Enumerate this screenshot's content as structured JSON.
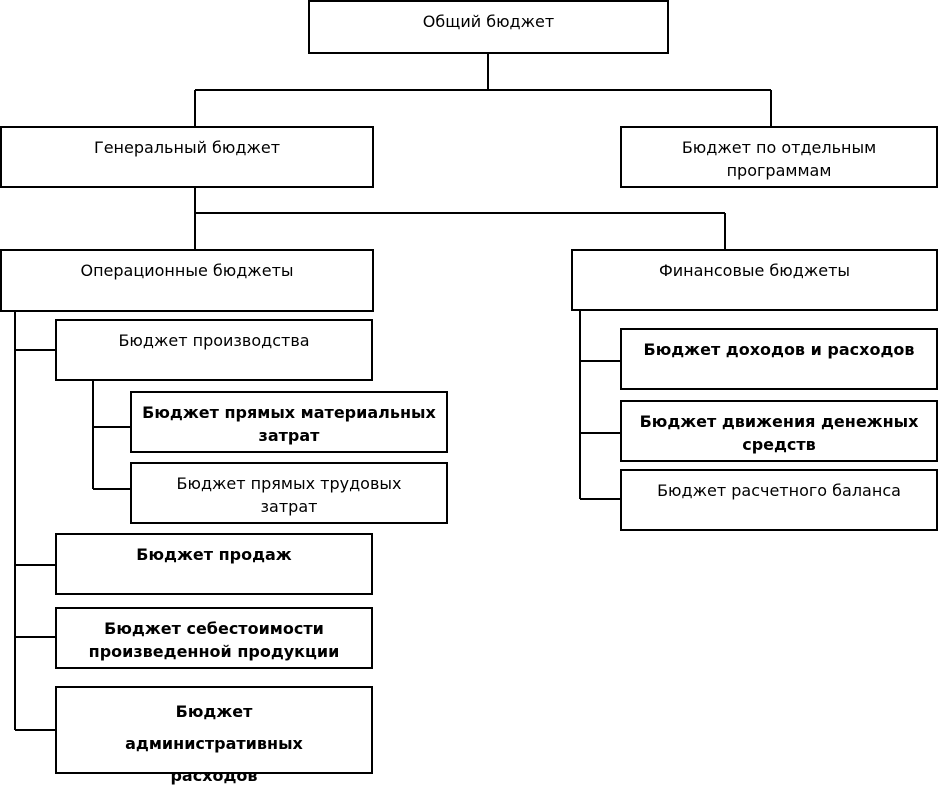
{
  "diagram": {
    "root": "Общий бюджет",
    "general": "Генеральный бюджет",
    "programs": "Бюджет по отдельным программам",
    "operational": "Операционные бюджеты",
    "financial": "Финансовые бюджеты",
    "production": "Бюджет производства",
    "direct_materials": "Бюджет прямых материальных затрат",
    "direct_labor": "Бюджет прямых трудовых затрат",
    "sales": "Бюджет продаж",
    "cost_of_goods": "Бюджет себестоимости произведенной продукции",
    "administrative": "Бюджет административных расходов",
    "income_expense": "Бюджет доходов и расходов",
    "cash_flow": "Бюджет движения денежных средств",
    "balance": "Бюджет расчетного баланса"
  }
}
